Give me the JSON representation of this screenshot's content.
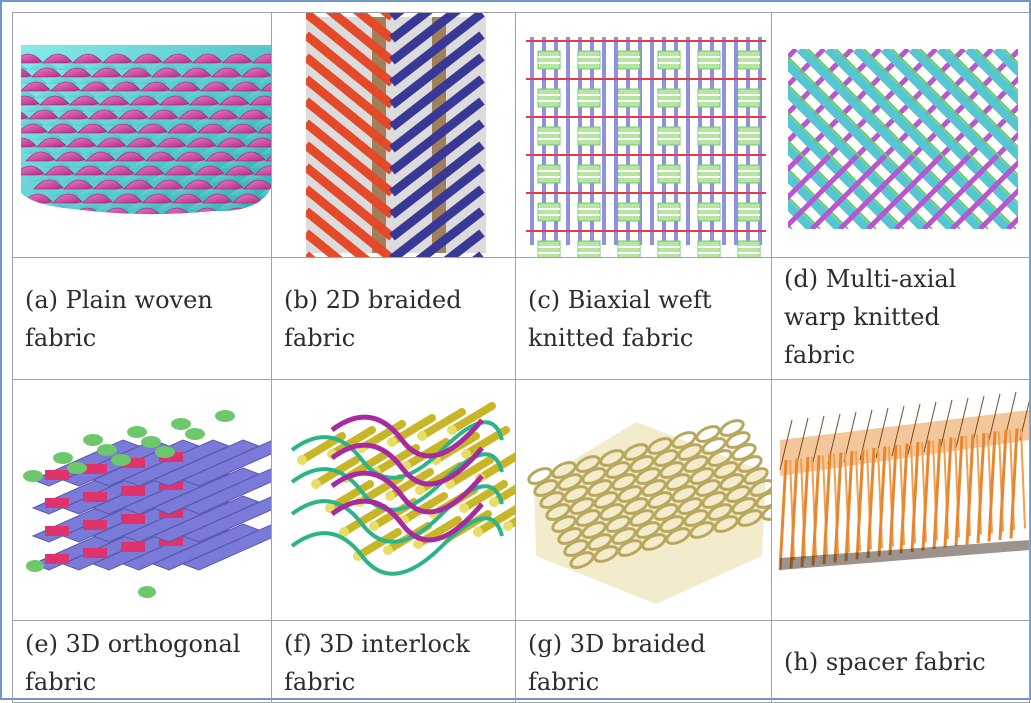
{
  "colors": {
    "border": "#9fa3a8",
    "frame": "#6f97c8",
    "magenta": "#d0409a",
    "cyan": "#3fc6c8",
    "red_orange": "#e44a2a",
    "navy": "#3a3896",
    "tan": "#a0805a",
    "violet": "#7a7ad8",
    "green": "#6cc86a",
    "pink": "#e0336b",
    "gold": "#e5d67a",
    "orange": "#e8862e"
  },
  "panels": [
    {
      "id": "a",
      "icon": "plain-woven-fabric-figure",
      "label": "(a) Plain woven\nfabric"
    },
    {
      "id": "b",
      "icon": "2d-braided-fabric-figure",
      "label": "(b) 2D braided\nfabric"
    },
    {
      "id": "c",
      "icon": "biaxial-weft-knitted-fabric-figure",
      "label": "(c) Biaxial weft\nknitted fabric"
    },
    {
      "id": "d",
      "icon": "multi-axial-warp-knitted-fabric-figure",
      "label": "(d) Multi-axial\nwarp knitted\nfabric"
    },
    {
      "id": "e",
      "icon": "3d-orthogonal-fabric-figure",
      "label": "(e) 3D orthogonal\nfabric"
    },
    {
      "id": "f",
      "icon": "3d-interlock-fabric-figure",
      "label": "(f) 3D interlock\nfabric"
    },
    {
      "id": "g",
      "icon": "3d-braided-fabric-figure",
      "label": "(g) 3D braided\nfabric"
    },
    {
      "id": "h",
      "icon": "spacer-fabric-figure",
      "label": "(h) spacer fabric"
    }
  ]
}
